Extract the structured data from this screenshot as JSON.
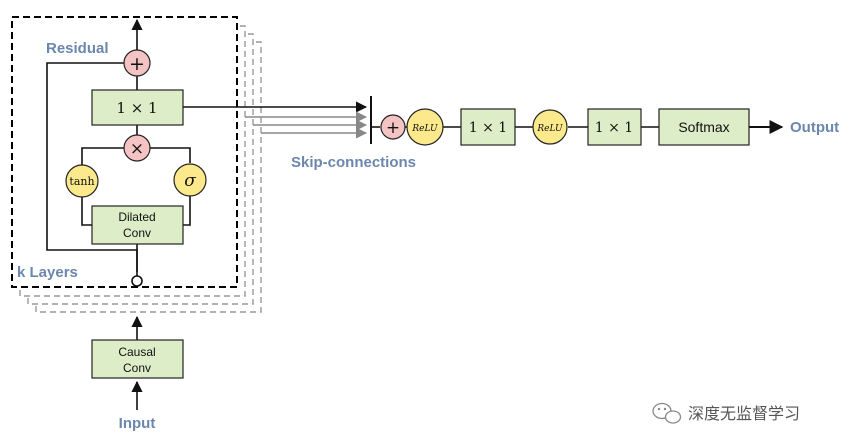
{
  "labels": {
    "residual": "Residual",
    "k_layers": "k Layers",
    "skip_connections": "Skip-connections",
    "output": "Output",
    "input": "Input"
  },
  "nodes": {
    "conv1x1_inner": "1 × 1",
    "dilated_conv_line1": "Dilated",
    "dilated_conv_line2": "Conv",
    "causal_conv_line1": "Causal",
    "causal_conv_line2": "Conv",
    "tanh": "tanh",
    "sigma": "σ",
    "multiply": "×",
    "add_residual": "+",
    "add_skip": "+",
    "relu_1": "ReLU",
    "conv1x1_out_1": "1 × 1",
    "relu_2": "ReLU",
    "conv1x1_out_2": "1 × 1",
    "softmax": "Softmax"
  },
  "watermark": {
    "text": "深度无监督学习",
    "icon": "wechat-icon"
  },
  "colors": {
    "label_blue": "#6b87ad",
    "box_green": "#dcedc8",
    "circle_yellow": "#fbe98c",
    "circle_pink": "#f4c3c3"
  }
}
